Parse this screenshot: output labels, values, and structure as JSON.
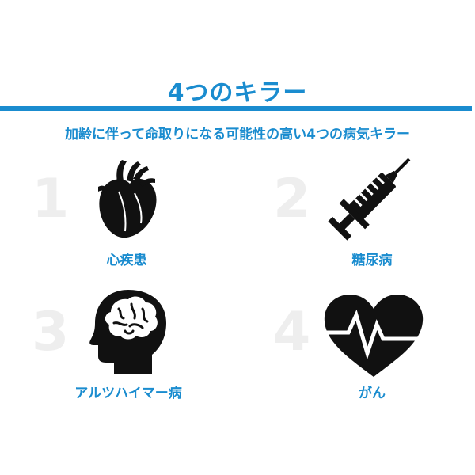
{
  "title": "4つのキラー",
  "subtitle": "加齢に伴って命取りになる可能性の高い4つの病気キラー",
  "colors": {
    "accent": "#1a8ccf",
    "icon": "#111111",
    "number": "#eeeeee"
  },
  "items": [
    {
      "number": "1",
      "label": "心疾患",
      "icon": "heart-organ-icon"
    },
    {
      "number": "2",
      "label": "糖尿病",
      "icon": "syringe-icon"
    },
    {
      "number": "3",
      "label": "アルツハイマー病",
      "icon": "head-brain-icon"
    },
    {
      "number": "4",
      "label": "がん",
      "icon": "heartbeat-icon"
    }
  ]
}
